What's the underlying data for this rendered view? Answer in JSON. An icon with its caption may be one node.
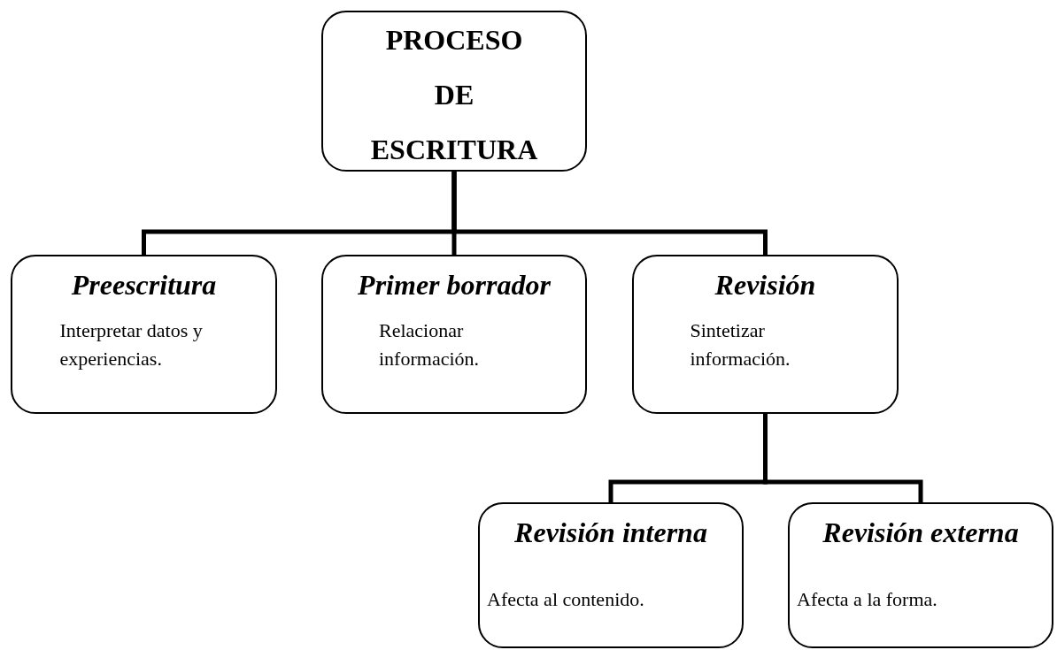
{
  "diagram": {
    "nodes": [
      {
        "text": [
          "PROCESO DE ESCRITURA"
        ]
      },
      {
        "text": [
          "Preescritura",
          "Interpretar datos y experiencias."
        ]
      },
      {
        "text": [
          "Primer borrador",
          "Relacionar información."
        ]
      },
      {
        "text": [
          "Revisión",
          "Sintetizar información."
        ]
      },
      {
        "text": [
          "Revisión interna",
          "Afecta al contenido."
        ]
      },
      {
        "text": [
          "Revisión externa",
          "Afecta a la forma."
        ]
      }
    ],
    "edges": [
      {
        "from": 0,
        "to": 1,
        "arrow": "none"
      },
      {
        "from": 0,
        "to": 2,
        "arrow": "none"
      },
      {
        "from": 0,
        "to": 3,
        "arrow": "none"
      },
      {
        "from": 3,
        "to": 4,
        "arrow": "none"
      },
      {
        "from": 3,
        "to": 5,
        "arrow": "none"
      }
    ]
  }
}
